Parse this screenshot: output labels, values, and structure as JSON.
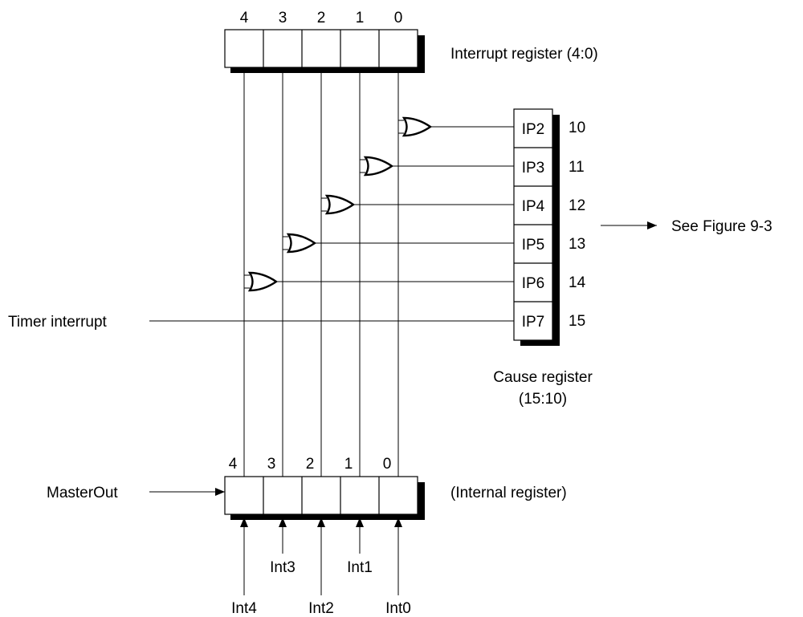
{
  "interrupt_register": {
    "label": "Interrupt register (4:0)",
    "bits": [
      "4",
      "3",
      "2",
      "1",
      "0"
    ]
  },
  "cause_register": {
    "label_line1": "Cause register",
    "label_line2": "(15:10)",
    "fields": [
      {
        "name": "IP2",
        "bit": "10"
      },
      {
        "name": "IP3",
        "bit": "11"
      },
      {
        "name": "IP4",
        "bit": "12"
      },
      {
        "name": "IP5",
        "bit": "13"
      },
      {
        "name": "IP6",
        "bit": "14"
      },
      {
        "name": "IP7",
        "bit": "15"
      }
    ]
  },
  "timer_label": "Timer interrupt",
  "see_figure_label": "See Figure 9-3",
  "internal_register": {
    "label": "(Internal register)",
    "bits": [
      "4",
      "3",
      "2",
      "1",
      "0"
    ]
  },
  "master_out_label": "MasterOut",
  "inputs": [
    "Int4",
    "Int3",
    "Int2",
    "Int1",
    "Int0"
  ]
}
